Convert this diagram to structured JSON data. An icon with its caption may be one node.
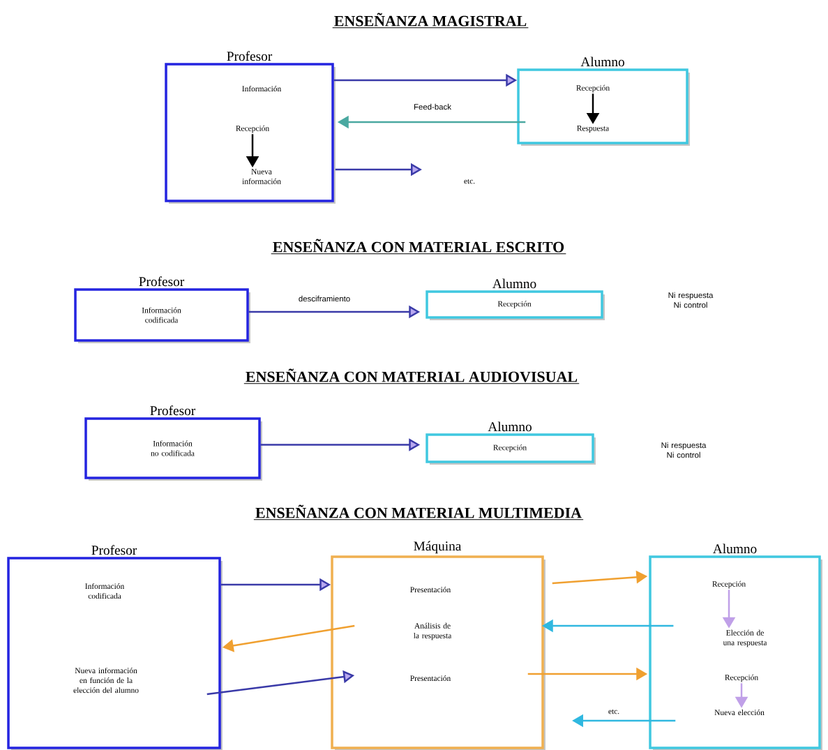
{
  "diagram": {
    "nodes": [
      {
        "text": [
          "Profesor"
        ]
      },
      {
        "text": [
          "Información"
        ],
        "in": 0
      },
      {
        "text": [
          "Recepción"
        ],
        "in": 0
      },
      {
        "text": [
          "Nueva información"
        ],
        "in": 0
      },
      {
        "text": [
          "Alumno"
        ]
      },
      {
        "text": [
          "Recepción"
        ],
        "in": 4
      },
      {
        "text": [
          "Respuesta"
        ],
        "in": 4
      },
      {
        "text": [
          "Profesor",
          "Información codificada"
        ]
      },
      {
        "text": [
          "Alumno",
          "Recepción"
        ]
      },
      {
        "text": [
          "Profesor",
          "Información no codificada"
        ]
      },
      {
        "text": [
          "Alumno",
          "Recepción"
        ]
      },
      {
        "text": [
          "Profesor"
        ]
      },
      {
        "text": [
          "Información codificada"
        ],
        "in": 11
      },
      {
        "text": [
          "Nueva información en función de la elección del alumno"
        ],
        "in": 11
      },
      {
        "text": [
          "Máquina"
        ]
      },
      {
        "text": [
          "Presentación"
        ],
        "in": 14
      },
      {
        "text": [
          "Análisis de la respuesta"
        ],
        "in": 14
      },
      {
        "text": [
          "Presentación"
        ],
        "in": 14
      },
      {
        "text": [
          "Alumno"
        ]
      },
      {
        "text": [
          "Recepción"
        ],
        "in": 18
      },
      {
        "text": [
          "Elección de una respuesta"
        ],
        "in": 18
      },
      {
        "text": [
          "Recepción"
        ],
        "in": 18
      },
      {
        "text": [
          "Nueva elección"
        ],
        "in": 18
      }
    ],
    "edges": [
      {
        "from": 0,
        "to": 4,
        "arrow": "to"
      },
      {
        "from": 4,
        "to": 0,
        "arrow": "to",
        "label": "Feed-back",
        "color": "#4aa8a0"
      },
      {
        "from": 0,
        "to": null,
        "arrow": "to"
      },
      {
        "from": 2,
        "to": 3,
        "arrow": "to",
        "color": "#000000"
      },
      {
        "from": 5,
        "to": 6,
        "arrow": "to",
        "color": "#000000"
      },
      {
        "from": 7,
        "to": 8,
        "arrow": "to",
        "label": "desciframiento"
      },
      {
        "from": 9,
        "to": 10,
        "arrow": "to"
      },
      {
        "from": 11,
        "to": 14,
        "arrow": "to"
      },
      {
        "from": 14,
        "to": 11,
        "arrow": "to",
        "color": "#f0a030"
      },
      {
        "from": 11,
        "to": 14,
        "arrow": "to"
      },
      {
        "from": 14,
        "to": 18,
        "arrow": "to",
        "color": "#f0a030"
      },
      {
        "from": 20,
        "to": 14,
        "arrow": "to",
        "color": "#30b8e0"
      },
      {
        "from": 14,
        "to": 18,
        "arrow": "to",
        "color": "#f0a030"
      },
      {
        "from": 18,
        "to": null,
        "arrow": "to",
        "label": "etc.",
        "color": "#30b8e0"
      },
      {
        "from": 19,
        "to": 20,
        "arrow": "to",
        "color": "#c0a0e8"
      },
      {
        "from": 21,
        "to": 22,
        "arrow": "to",
        "color": "#c0a0e8"
      }
    ],
    "labels": [
      "ENSEÑANZA MAGISTRAL",
      "etc.",
      "ENSEÑANZA CON MATERIAL ESCRITO",
      "Ni respuesta Ni control",
      "ENSEÑANZA CON MATERIAL AUDIOVISUAL",
      "Ni respuesta Ni control",
      "ENSEÑANZA CON MATERIAL MULTIMEDIA"
    ]
  }
}
